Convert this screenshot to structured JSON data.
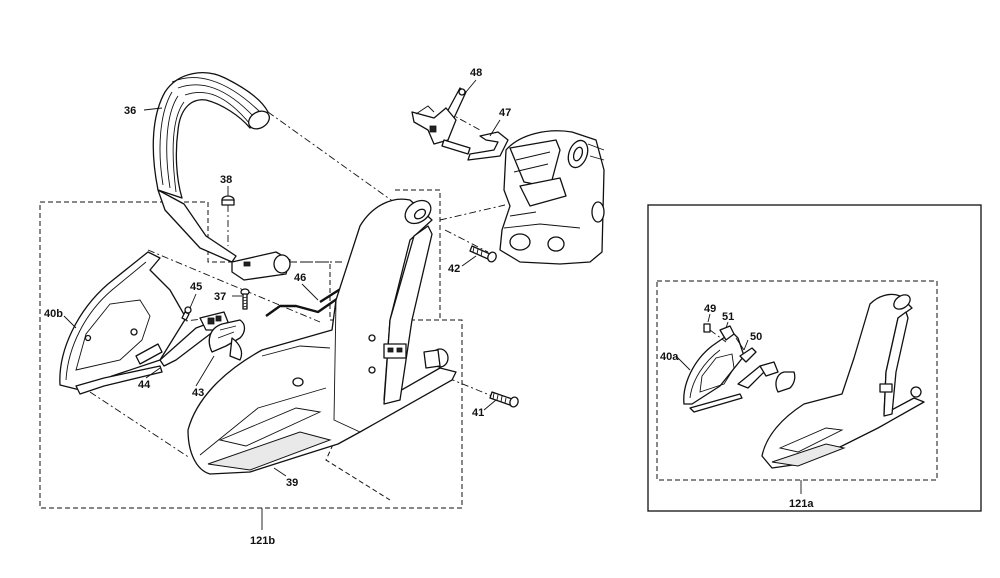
{
  "diagram": {
    "callouts": {
      "p36": "36",
      "p38": "38",
      "p37": "37",
      "p46": "46",
      "p48": "48",
      "p47": "47",
      "p42": "42",
      "p41": "41",
      "p40b": "40b",
      "p45": "45",
      "p44": "44",
      "p43": "43",
      "p39": "39",
      "p121b": "121b",
      "p49": "49",
      "p51": "51",
      "p50": "50",
      "p40a": "40a",
      "p121a": "121a"
    }
  }
}
